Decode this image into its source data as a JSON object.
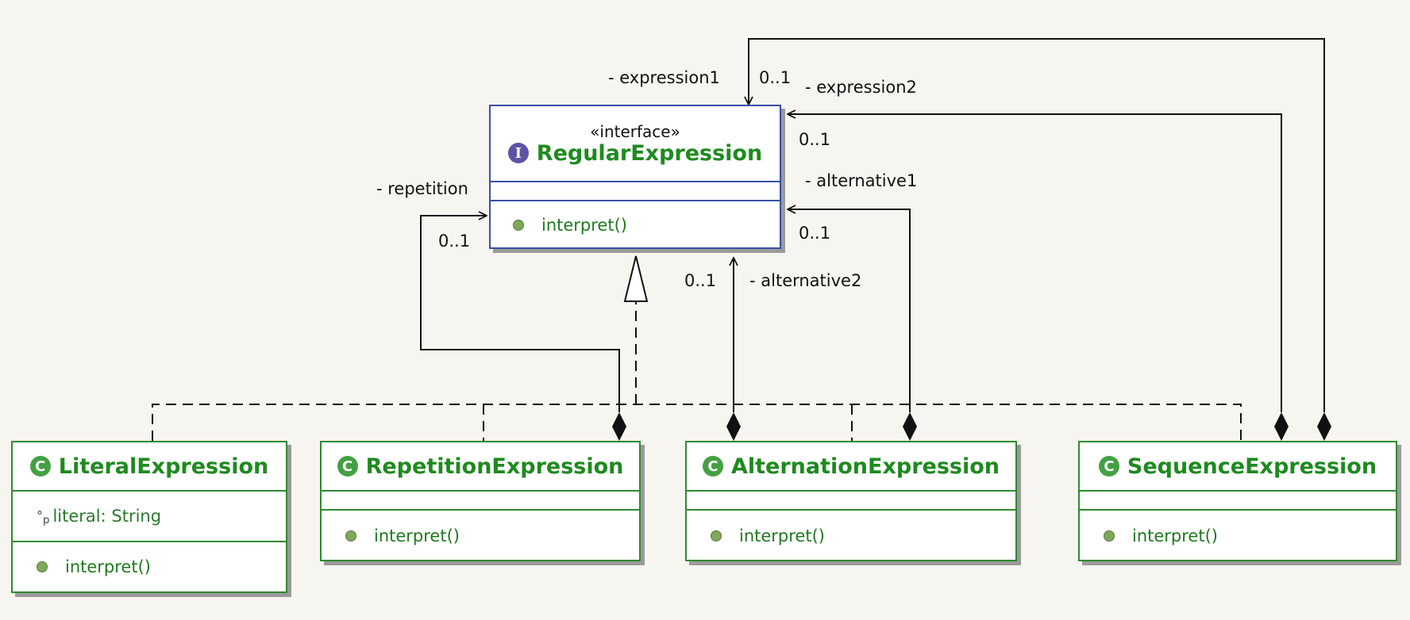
{
  "interface": {
    "stereotype": "«interface»",
    "icon": "interface-icon",
    "name": "RegularExpression",
    "operation": "interpret()"
  },
  "classes": {
    "literal": {
      "icon": "class-icon",
      "name": "LiteralExpression",
      "attribute": "literal: String",
      "operation": "interpret()"
    },
    "repetition": {
      "icon": "class-icon",
      "name": "RepetitionExpression",
      "operation": "interpret()"
    },
    "alternation": {
      "icon": "class-icon",
      "name": "AlternationExpression",
      "operation": "interpret()"
    },
    "sequence": {
      "icon": "class-icon",
      "name": "SequenceExpression",
      "operation": "interpret()"
    }
  },
  "associations": {
    "expression1": {
      "role": "- expression1",
      "multiplicity": "0..1"
    },
    "expression2": {
      "role": "- expression2",
      "multiplicity": "0..1"
    },
    "alternative1": {
      "role": "- alternative1",
      "multiplicity": "0..1"
    },
    "alternative2": {
      "role": "- alternative2",
      "multiplicity": "0..1"
    },
    "repetition": {
      "role": "- repetition",
      "multiplicity": "0..1"
    }
  },
  "colors": {
    "interface_border": "#3a4fa8",
    "class_border": "#2e8b2e",
    "class_name": "#1e8a1e",
    "background": "#f7f5ef"
  }
}
